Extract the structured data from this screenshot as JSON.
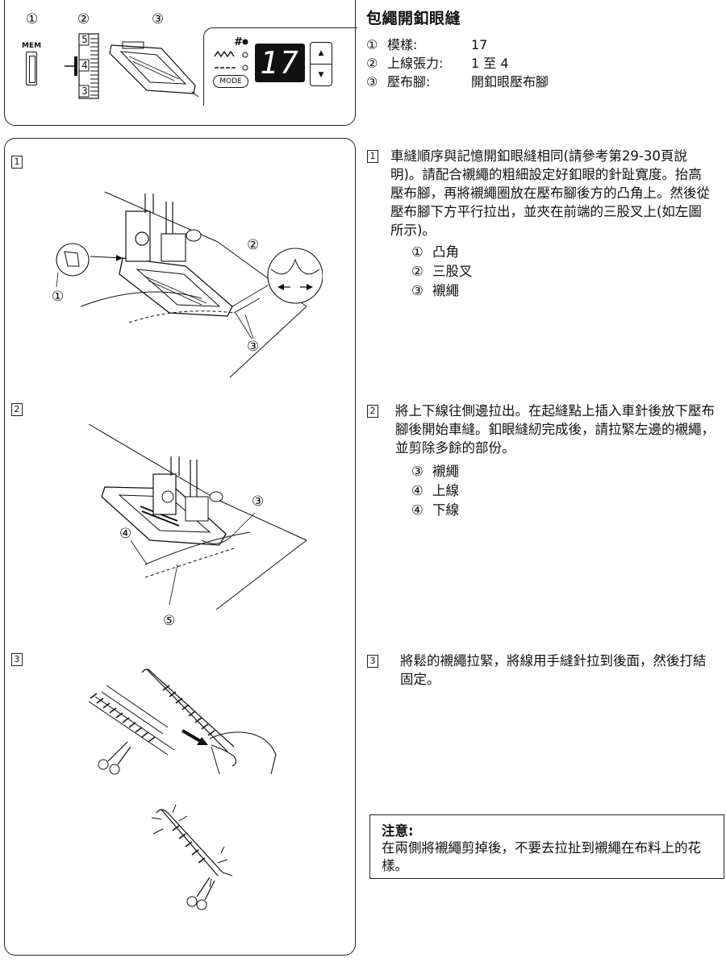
{
  "header": {
    "callouts": [
      "①",
      "②",
      "③"
    ],
    "mem_label": "MEM",
    "tension_scale": [
      "5",
      "4",
      "3"
    ],
    "mode_label": "MODE",
    "display_value": "17",
    "display_up": "▲",
    "display_down": "▼"
  },
  "title": "包繩開釦眼縫",
  "specs": [
    {
      "num": "①",
      "label": "模樣:",
      "value": "17"
    },
    {
      "num": "②",
      "label": "上線張力:",
      "value": "1 至 4"
    },
    {
      "num": "③",
      "label": "壓布腳:",
      "value": "開釦眼壓布腳"
    }
  ],
  "figures": {
    "fig1_num": "1",
    "fig1_callouts": [
      "②",
      "①",
      "③"
    ],
    "fig2_num": "2",
    "fig2_callouts": [
      "③",
      "④",
      "⑤"
    ],
    "fig3_num": "3"
  },
  "steps": [
    {
      "num": "1",
      "text": "車縫順序與記憶開釦眼縫相同(請參考第29-30頁說明)。請配合襯繩的粗細設定好釦眼的針趾寬度。抬高壓布腳，再將襯繩圈放在壓布腳後方的凸角上。然後從壓布腳下方平行拉出，並夾在前端的三股叉上(如左圖所示)。",
      "items": [
        {
          "num": "①",
          "label": "凸角"
        },
        {
          "num": "②",
          "label": "三股叉"
        },
        {
          "num": "③",
          "label": "襯繩"
        }
      ]
    },
    {
      "num": "2",
      "text": "將上下線往側邊拉出。在起縫點上插入車針後放下壓布腳後開始車縫。釦眼縫紉完成後，請拉緊左邊的襯繩，並剪除多餘的部份。",
      "items": [
        {
          "num": "③",
          "label": "襯繩"
        },
        {
          "num": "④",
          "label": "上線"
        },
        {
          "num": "④",
          "label": "下線"
        }
      ]
    },
    {
      "num": "3",
      "text": "將鬆的襯繩拉緊，將線用手縫針拉到後面，然後打結固定。",
      "items": []
    }
  ],
  "note": {
    "title": "注意:",
    "text": "在兩側將襯繩剪掉後，不要去拉扯到襯繩在布料上的花樣。"
  }
}
